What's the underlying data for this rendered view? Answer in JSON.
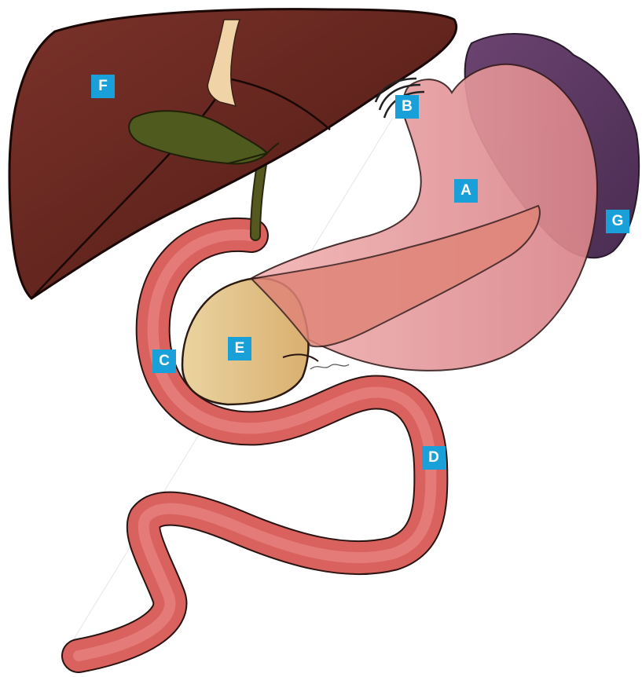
{
  "labels": {
    "a": "A",
    "b": "B",
    "c": "C",
    "d": "D",
    "e": "E",
    "f": "F",
    "g": "G"
  },
  "colors": {
    "label_bg": "#1aa0d8",
    "liver": "#6e2a23",
    "gallbladder": "#4f5a1e",
    "stomach": "#eca3a3",
    "spleen": "#5e3a63",
    "pancreas": "#e08578",
    "duodenum": "#d9625f",
    "pancreas_head": "#e3c48b"
  }
}
